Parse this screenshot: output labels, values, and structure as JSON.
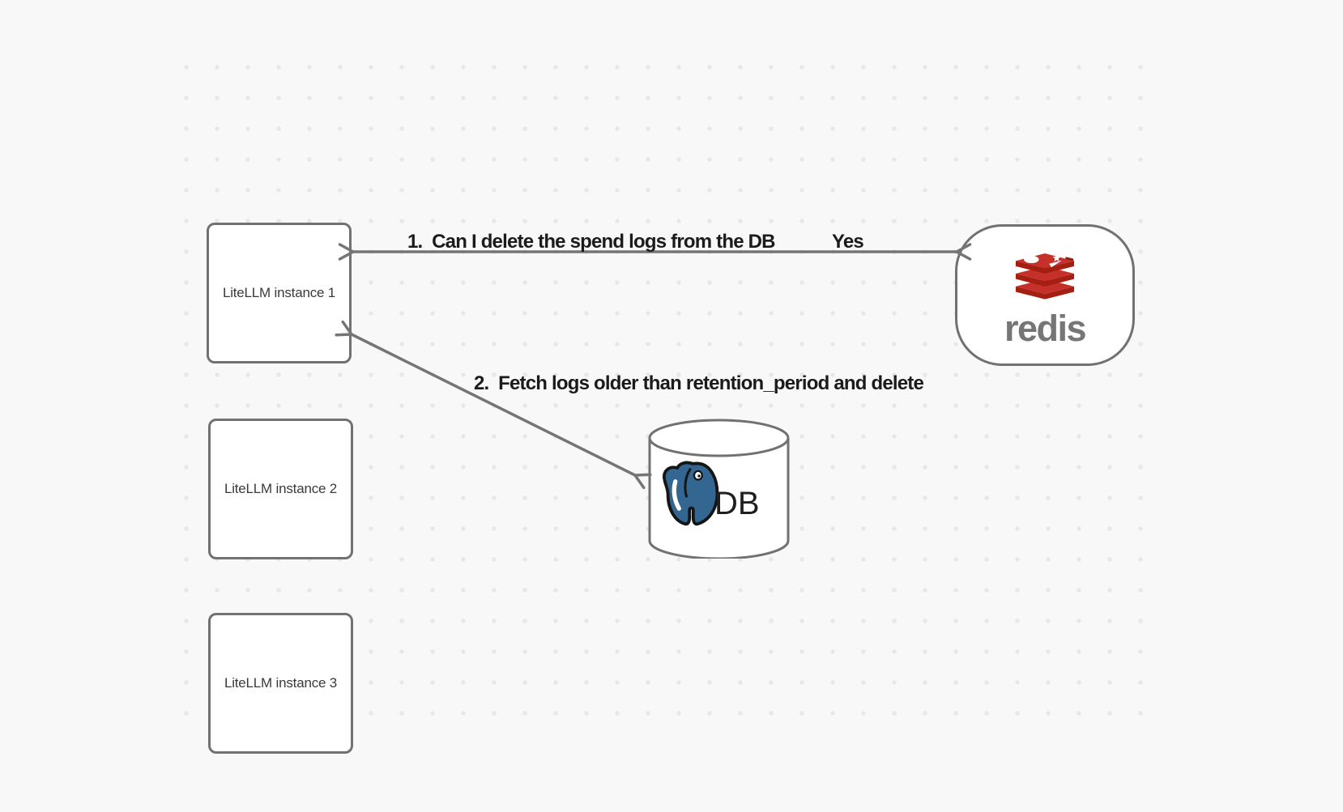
{
  "nodes": {
    "instances": [
      {
        "label": "LiteLLM instance 1"
      },
      {
        "label": "LiteLLM instance 2"
      },
      {
        "label": "LiteLLM instance 3"
      }
    ],
    "redis": {
      "wordmark": "redis"
    },
    "db": {
      "label": "DB"
    }
  },
  "annotations": {
    "step1": "1.  Can I delete the spend logs from the DB",
    "step1_answer": "Yes",
    "step2": "2.  Fetch logs older than retention_period and delete"
  },
  "colors": {
    "background": "#f8f8f8",
    "grid_dot": "#e7e7e7",
    "shape_stroke": "#717171",
    "arrow_stroke": "#757575",
    "annotation_text": "#1b1b1b",
    "redis_red": "#c6302b",
    "redis_dark_red": "#a41e11",
    "redis_wordmark_gray": "#767676",
    "postgres_blue": "#336791"
  }
}
